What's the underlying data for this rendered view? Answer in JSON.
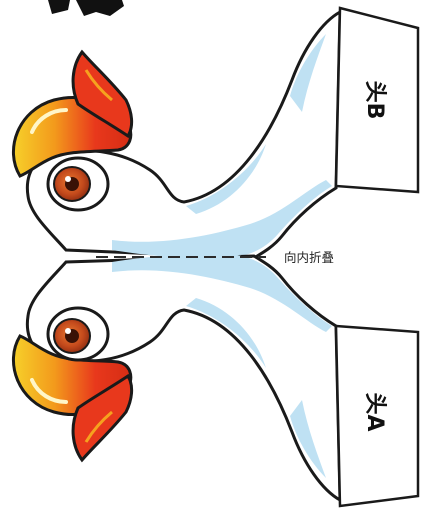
{
  "fold_instruction": "向内折叠",
  "tab_top_label": "头B",
  "tab_bottom_label": "头A",
  "colors": {
    "outline": "#1a1a1a",
    "body_white": "#ffffff",
    "body_shade": "#bfe1f3",
    "comb_red": "#e8381c",
    "comb_orange": "#f39a1c",
    "comb_yellow": "#f6d02a",
    "eye_iris": "#c44a1c",
    "fold_line": "#2b2b2b"
  },
  "icons": [
    "bird-head-icon",
    "bird-head-icon"
  ]
}
